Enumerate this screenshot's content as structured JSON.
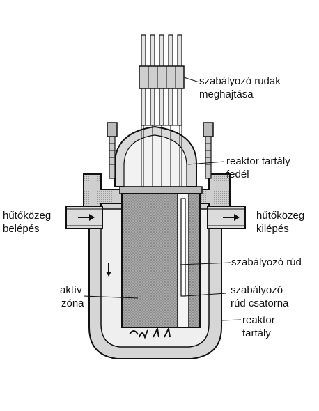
{
  "labels": {
    "drive": {
      "line1": "szabályozó rudak",
      "line2": "meghajtása"
    },
    "lid": {
      "line1": "reaktor tartály",
      "line2": "fedél"
    },
    "coolant_in": {
      "line1": "hűtőközeg",
      "line2": "belépés"
    },
    "coolant_out": {
      "line1": "hűtőközeg",
      "line2": "kilépés"
    },
    "control_rod": {
      "line1": "szabályozó rúd"
    },
    "core": {
      "line1": "aktív",
      "line2": "zóna"
    },
    "rod_channel": {
      "line1": "szabályozó",
      "line2": "rúd csatorna"
    },
    "vessel": {
      "line1": "reaktor",
      "line2": "tartály"
    }
  },
  "colors": {
    "ink": "#111111",
    "steel": "#bdbdbd",
    "core_fill": "#9a9a9a",
    "coolant": "#e9e9e9"
  },
  "icons": [
    "arrow-right-icon",
    "arrow-down-icon"
  ]
}
